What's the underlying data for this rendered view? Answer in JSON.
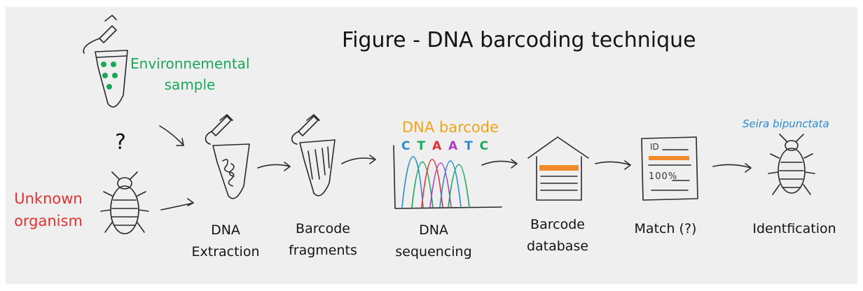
{
  "title": "Figure - DNA barcoding technique",
  "inputs": {
    "environmental_line1": "Environnemental",
    "environmental_line2": "sample",
    "unknown_line1": "Unknown",
    "unknown_line2": "organism",
    "question_mark": "?"
  },
  "steps": [
    {
      "line1": "DNA",
      "line2": "Extraction"
    },
    {
      "line1": "Barcode",
      "line2": "fragments"
    },
    {
      "line1": "DNA",
      "line2": "sequencing"
    },
    {
      "line1": "Barcode",
      "line2": "database"
    },
    {
      "line1": "Match (?)",
      "line2": ""
    },
    {
      "line1": "Identfication",
      "line2": ""
    }
  ],
  "barcode_label": "DNA barcode",
  "sequence_letters": [
    "C",
    "T",
    "A",
    "A",
    "T",
    "C"
  ],
  "database_document": {
    "id_text": "ID",
    "percent_text": "100%"
  },
  "species_name": "Seira bipunctata",
  "colors": {
    "environmental": "#1aa858",
    "unknown": "#e53030",
    "barcode": "#f2a419",
    "species": "#2a8ad2",
    "seq_letters": [
      "#2a8ad2",
      "#1aa858",
      "#e53030",
      "#b03ac4",
      "#2a8ad2",
      "#1aa858"
    ],
    "bands": "#f08a2a"
  }
}
